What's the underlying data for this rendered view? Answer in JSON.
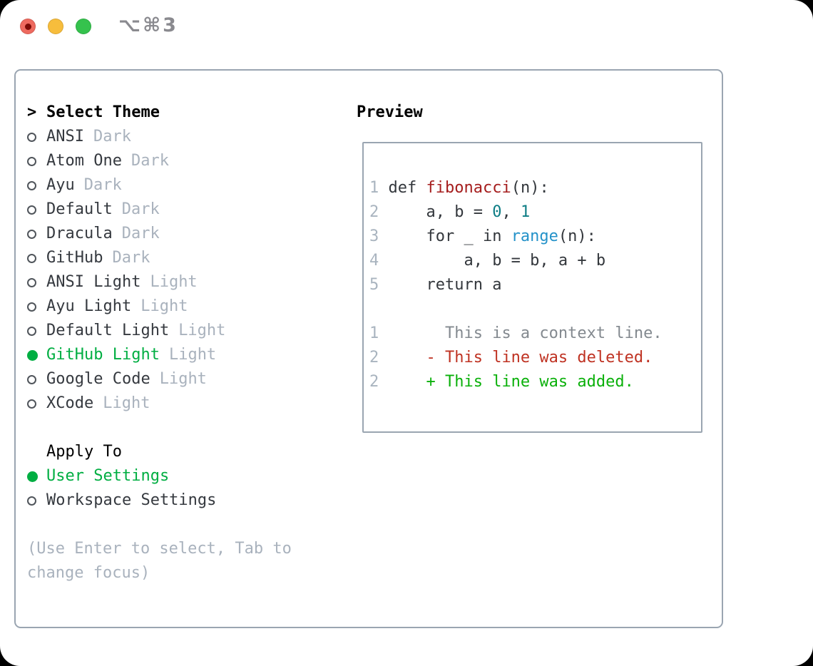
{
  "titlebar": {
    "title": "⌥⌘3"
  },
  "picker": {
    "header_prefix": ">",
    "header": "Select Theme",
    "themes": [
      {
        "name": "ANSI",
        "tag": "Dark",
        "selected": false
      },
      {
        "name": "Atom One",
        "tag": "Dark",
        "selected": false
      },
      {
        "name": "Ayu",
        "tag": "Dark",
        "selected": false
      },
      {
        "name": "Default",
        "tag": "Dark",
        "selected": false
      },
      {
        "name": "Dracula",
        "tag": "Dark",
        "selected": false
      },
      {
        "name": "GitHub",
        "tag": "Dark",
        "selected": false
      },
      {
        "name": "ANSI Light",
        "tag": "Light",
        "selected": false
      },
      {
        "name": "Ayu Light",
        "tag": "Light",
        "selected": false
      },
      {
        "name": "Default Light",
        "tag": "Light",
        "selected": false
      },
      {
        "name": "GitHub Light",
        "tag": "Light",
        "selected": true
      },
      {
        "name": "Google Code",
        "tag": "Light",
        "selected": false
      },
      {
        "name": "XCode",
        "tag": "Light",
        "selected": false
      }
    ],
    "apply_to": {
      "label": "Apply To",
      "options": [
        {
          "name": "User Settings",
          "selected": true
        },
        {
          "name": "Workspace Settings",
          "selected": false
        }
      ]
    },
    "hint_lines": [
      "(Use Enter to select, Tab to",
      "change focus)"
    ]
  },
  "preview": {
    "label": "Preview",
    "lines": [
      {
        "num": "1",
        "segments": [
          {
            "t": "def ",
            "c": "code"
          },
          {
            "t": "fibonacci",
            "c": "function"
          },
          {
            "t": "(n):",
            "c": "code"
          }
        ]
      },
      {
        "num": "2",
        "segments": [
          {
            "t": "    a, b = ",
            "c": "code"
          },
          {
            "t": "0",
            "c": "number"
          },
          {
            "t": ", ",
            "c": "code"
          },
          {
            "t": "1",
            "c": "number"
          }
        ]
      },
      {
        "num": "3",
        "segments": [
          {
            "t": "    for _ in ",
            "c": "code"
          },
          {
            "t": "range",
            "c": "builtin"
          },
          {
            "t": "(n):",
            "c": "code"
          }
        ]
      },
      {
        "num": "4",
        "segments": [
          {
            "t": "        a, b = b, a + b",
            "c": "code"
          }
        ]
      },
      {
        "num": "5",
        "segments": [
          {
            "t": "    return a",
            "c": "code"
          }
        ]
      },
      {
        "num": "",
        "segments": []
      },
      {
        "num": "1",
        "segments": [
          {
            "t": "      This is a context line.",
            "c": "context"
          }
        ]
      },
      {
        "num": "2",
        "segments": [
          {
            "t": "    - This line was deleted.",
            "c": "deleted"
          }
        ]
      },
      {
        "num": "2",
        "segments": [
          {
            "t": "    + This line was added.",
            "c": "added"
          }
        ]
      }
    ]
  },
  "colors": {
    "border_gray": "#9aa5b1",
    "selection_green": "#00ae42",
    "tag_gray": "#a9b2bd",
    "line_number_gray": "#a9b4bf",
    "code_dark": "#33373c",
    "function_red": "#a51d1d",
    "number_teal": "#0d7d85",
    "builtin_blue": "#2492c9",
    "context_gray": "#83898f",
    "deleted_red": "#bf3222",
    "added_green": "#0ab00a"
  }
}
